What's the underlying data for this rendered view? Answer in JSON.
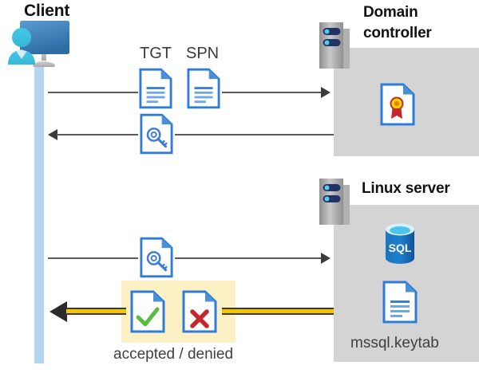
{
  "diagram": {
    "title": "Kerberos authentication flow between Client, Domain controller and Linux server",
    "colors": {
      "panel_gray": "#d4d4d4",
      "lifeline_blue": "#b5d6f2",
      "highlight_yellow": "#fcf1c4",
      "gold_arrow": "#f5c400",
      "line_gray": "#595959",
      "doc_blue": "#3b7dd8",
      "check_green": "#5bbd3f",
      "cross_red": "#c4272b",
      "seal_yellow": "#ffd400",
      "sql_blue": "#0f6cbd",
      "rack_gray": "#9b9b9b",
      "rack_led_navy": "#1f3464"
    }
  },
  "client": {
    "title": "Client",
    "avatar_icon": "user-monitor-icon",
    "lifeline_icon": "vertical-lifeline"
  },
  "domain_controller": {
    "title_line1": "Domain",
    "title_line2": "controller",
    "server_icon": "server-rack-icon",
    "content_icon": "certificate-document-icon"
  },
  "linux_server": {
    "title": "Linux server",
    "server_icon": "server-rack-icon",
    "database_icon": "sql-database-icon",
    "database_label": "SQL",
    "keytab_icon": "document-lines-icon",
    "keytab_label": "mssql.keytab"
  },
  "messages": [
    {
      "id": "request",
      "direction": "right",
      "labels": [
        "TGT",
        "SPN"
      ],
      "icons": [
        "document-lines-icon",
        "document-lines-icon"
      ],
      "from": "client",
      "to": "domain_controller"
    },
    {
      "id": "ticket-response",
      "direction": "left",
      "labels": [],
      "icons": [
        "document-key-icon"
      ],
      "from": "domain_controller",
      "to": "client"
    },
    {
      "id": "service-ticket",
      "direction": "right",
      "labels": [],
      "icons": [
        "document-key-icon"
      ],
      "from": "client",
      "to": "linux_server"
    },
    {
      "id": "result",
      "direction": "left",
      "labels": [
        "accepted / denied"
      ],
      "icons": [
        "document-check-icon",
        "document-cross-icon"
      ],
      "from": "linux_server",
      "to": "client",
      "highlighted": true
    }
  ],
  "labels": {
    "tgt": "TGT",
    "spn": "SPN",
    "accepted_denied": "accepted / denied"
  }
}
